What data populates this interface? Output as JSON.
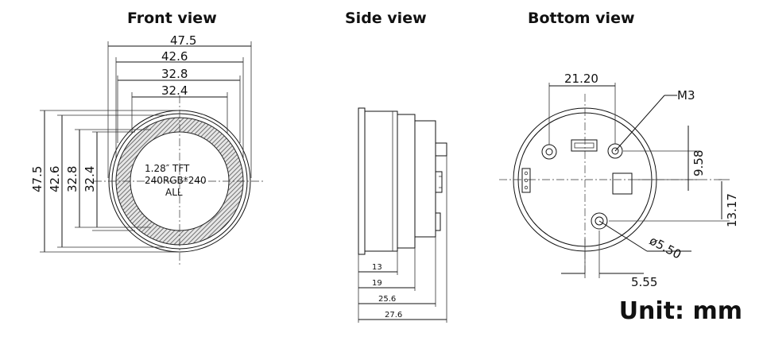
{
  "front": {
    "title": "Front view",
    "dims_h": [
      "47.5",
      "42.6",
      "32.8",
      "32.4"
    ],
    "dims_v": [
      "47.5",
      "42.6",
      "32.8",
      "32.4"
    ],
    "screen_lines": [
      "1.28″  TFT",
      "240RGB*240",
      "ALL"
    ]
  },
  "side": {
    "title": "Side view",
    "dims": [
      "13",
      "19",
      "25.6",
      "27.6"
    ]
  },
  "bottom": {
    "title": "Bottom view",
    "dim_top": "21.20",
    "hole_label": "M3",
    "dim_right_1": "9.58",
    "dim_right_2": "13.17",
    "dim_diam": "ø5.50",
    "dim_bottom": "5.55"
  },
  "unit": "Unit: mm"
}
